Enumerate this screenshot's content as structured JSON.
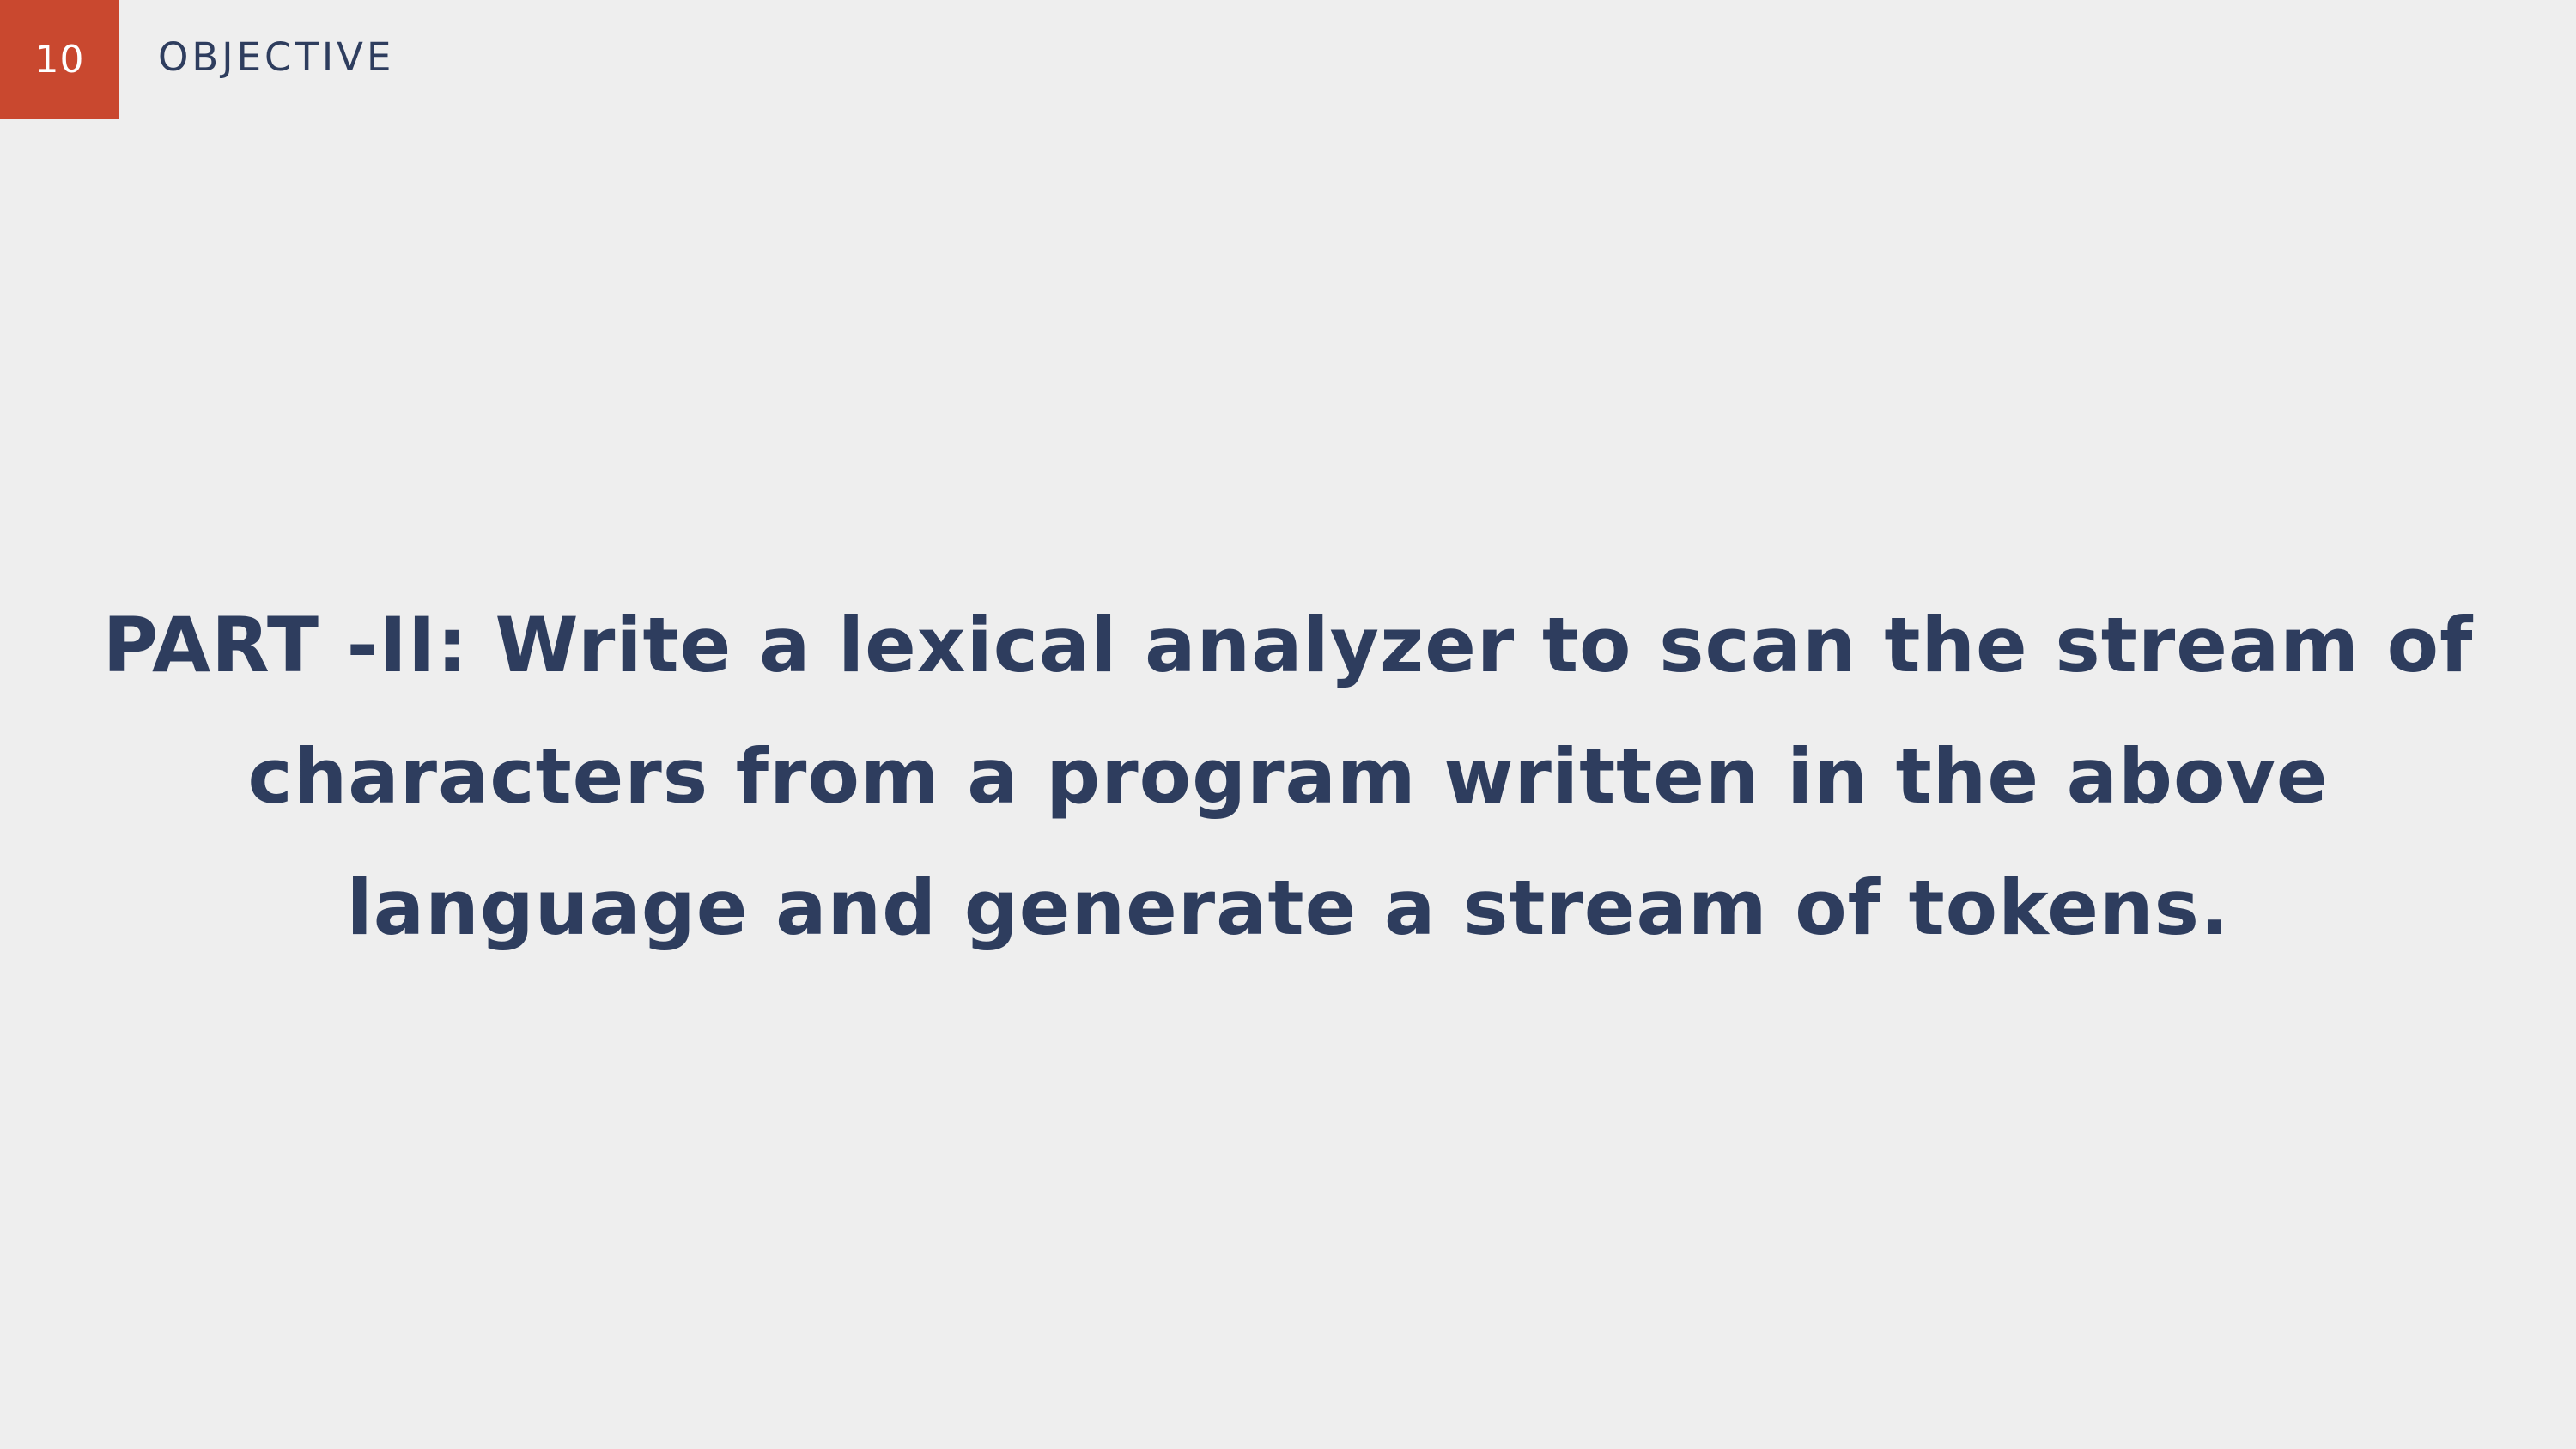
{
  "slide": {
    "number": "10",
    "section": "OBJECTIVE",
    "text": "PART -II: Write a lexical analyzer to scan the stream of characters from a program written in the above language and generate a stream of tokens.",
    "colors": {
      "background": "#eeeeee",
      "accent": "#c9482f",
      "text": "#2e3d5e"
    }
  }
}
